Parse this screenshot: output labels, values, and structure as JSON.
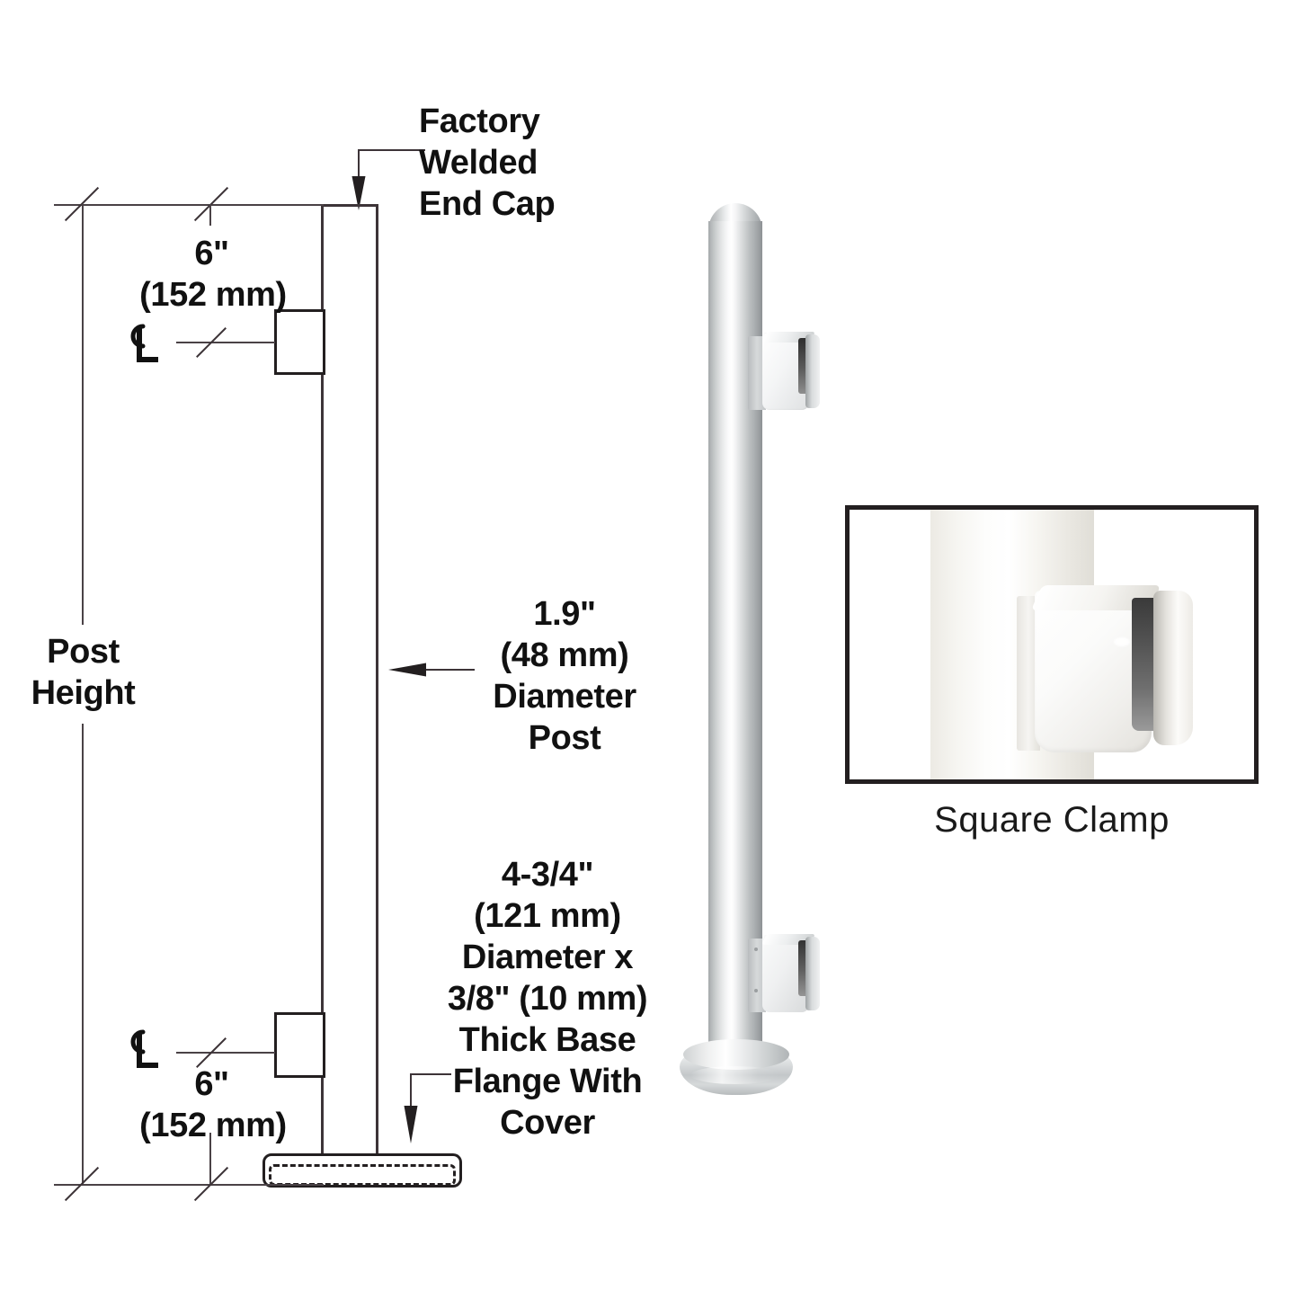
{
  "document": {
    "type": "technical-drawing",
    "subject": "Glass railing post elevation with square glass clamps",
    "background_color": "#ffffff",
    "line_color": "#231f20"
  },
  "callouts": {
    "end_cap": {
      "label": "Factory\nWelded\nEnd Cap",
      "points_to": "post-top-cap"
    },
    "post_diameter": {
      "label": "1.9\"\n(48 mm)\nDiameter\nPost",
      "points_to": "post-shaft"
    },
    "base_flange": {
      "label": "4-3/4\"\n(121 mm)\nDiameter x\n3/8\" (10 mm)\nThick Base\nFlange With\nCover",
      "points_to": "base-flange"
    }
  },
  "dimensions": {
    "post_height": {
      "label": "Post\nHeight",
      "orientation": "vertical"
    },
    "top_clamp": {
      "value": "6\"",
      "metric": "(152 mm)",
      "centerline_symbol": "CL",
      "note": "top of post to centerline of upper clamp"
    },
    "bottom_clamp": {
      "value": "6\"",
      "metric": "(152 mm)",
      "centerline_symbol": "CL",
      "note": "centerline of lower clamp to base"
    }
  },
  "inset": {
    "caption": "Square Clamp",
    "photo_alt": "Close-up photograph of a square glass clamp mounted on a round post",
    "colors": {
      "post_light": "#fbfbfa",
      "post_shadow": "#e2e0da",
      "clamp_face": "#fdfdfd",
      "clamp_edge": "#cfcfcf",
      "gasket_dark": "#4e4e4e"
    }
  },
  "render": {
    "alt": "3D rendering of brushed stainless steel post with dome end cap, two square glass clamps and round base flange cover",
    "colors": {
      "metal_edge": "#a9acae",
      "metal_mid": "#d8dadb",
      "metal_highlight": "#ffffff",
      "metal_dark": "#8f9396"
    },
    "parts": [
      {
        "name": "end-cap",
        "label": "Factory Welded End Cap"
      },
      {
        "name": "post-shaft",
        "label": "1.9\" Diameter Post"
      },
      {
        "name": "upper-clamp",
        "label": "Square Clamp"
      },
      {
        "name": "lower-clamp",
        "label": "Square Clamp"
      },
      {
        "name": "base-flange",
        "label": "Base Flange With Cover"
      }
    ]
  }
}
